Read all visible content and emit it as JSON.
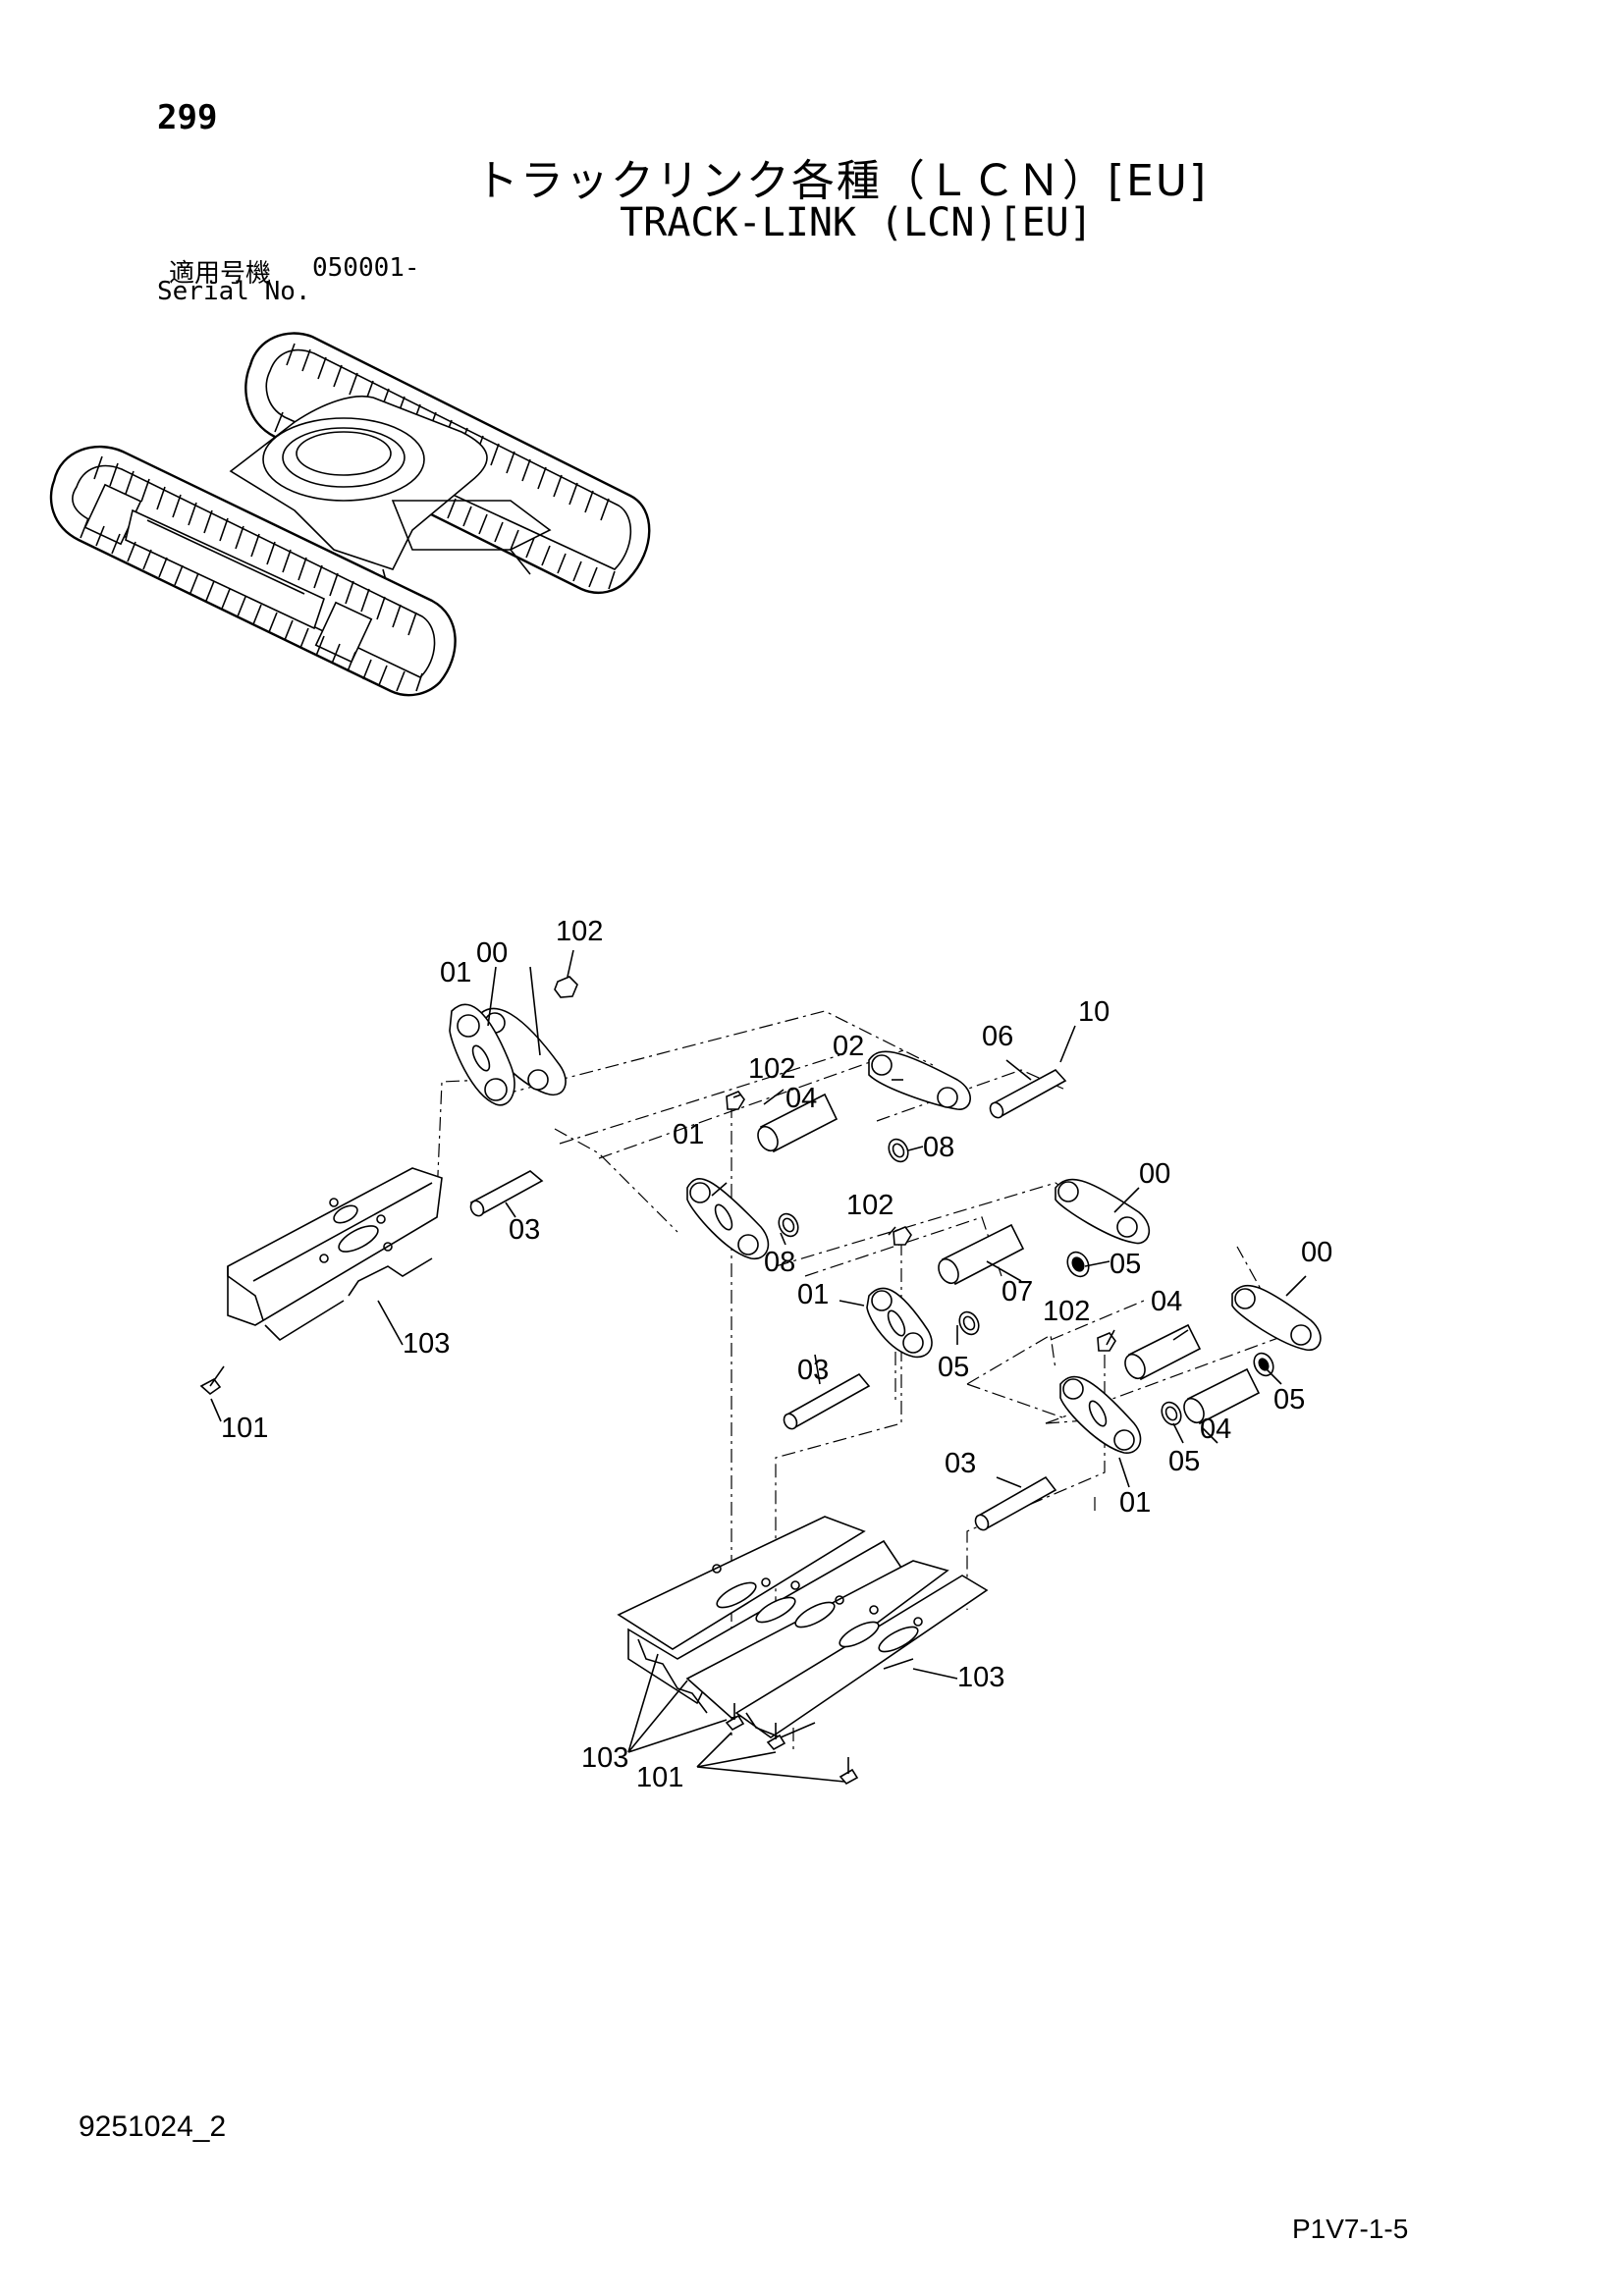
{
  "header": {
    "page_number": "299",
    "title_jp": "トラックリンク各種（ＬＣＮ）[EU]",
    "title_en": "TRACK-LINK (LCN)[EU]",
    "serial_label_jp": "適用号機",
    "serial_range": "050001-",
    "serial_label_en": "Serial No."
  },
  "callouts": {
    "c102a": "102",
    "c00a": "00",
    "c01a": "01",
    "c102b": "102",
    "c04a": "04",
    "c02": "02",
    "c06": "06",
    "c10": "10",
    "c08a": "08",
    "c01b": "01",
    "c08b": "08",
    "c03a": "03",
    "c103a": "103",
    "c101a": "101",
    "c102c": "102",
    "c00b": "00",
    "c05a": "05",
    "c07": "07",
    "c01c": "01",
    "c05b": "05",
    "c03b": "03",
    "c102d": "102",
    "c04b": "04",
    "c00c": "00",
    "c05c": "05",
    "c04c": "04",
    "c05d": "05",
    "c03c": "03",
    "c01d": "01",
    "c103b": "103",
    "c103c": "103",
    "c101b": "101"
  },
  "footer": {
    "doc_code": "9251024_2",
    "page_ref": "P1V7-1-5"
  }
}
